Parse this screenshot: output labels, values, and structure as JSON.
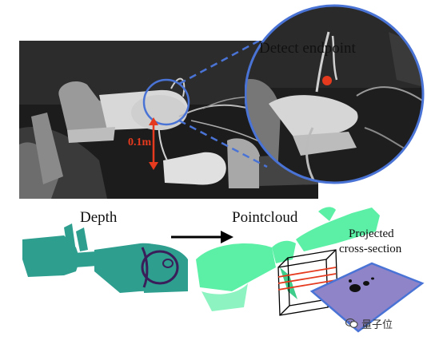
{
  "labels": {
    "detect": "Detect endpoint",
    "depth": "Depth",
    "pointcloud": "Pointcloud",
    "projected_line1": "Projected",
    "projected_line2": "cross-section",
    "distance": "0.1m"
  },
  "watermark": {
    "text": "量子位",
    "icon": "wechat-icon"
  },
  "colors": {
    "accent_blue": "#4a73d6",
    "marker_red": "#e53a1e",
    "depth_teal": "#2e9e8f",
    "pointcloud_green": "#5cf0a6",
    "plane_purple": "#8f84c8"
  }
}
